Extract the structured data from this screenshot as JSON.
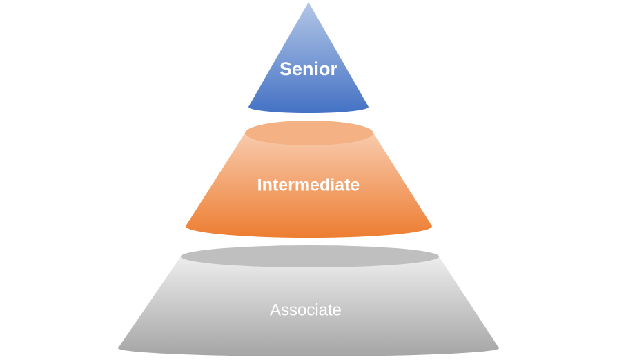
{
  "tiers": [
    {
      "id": "senior",
      "label": "Senior",
      "colors": {
        "light": "#b4c7e7",
        "dark": "#4472c4",
        "rim": "#6f93d3"
      }
    },
    {
      "id": "intermediate",
      "label": "Intermediate",
      "colors": {
        "light": "#f8cbad",
        "dark": "#ed7d31",
        "rim": "#f4b183"
      }
    },
    {
      "id": "associate",
      "label": "Associate",
      "colors": {
        "light": "#ededed",
        "dark": "#a5a5a5",
        "rim": "#bfbfbf"
      }
    }
  ]
}
